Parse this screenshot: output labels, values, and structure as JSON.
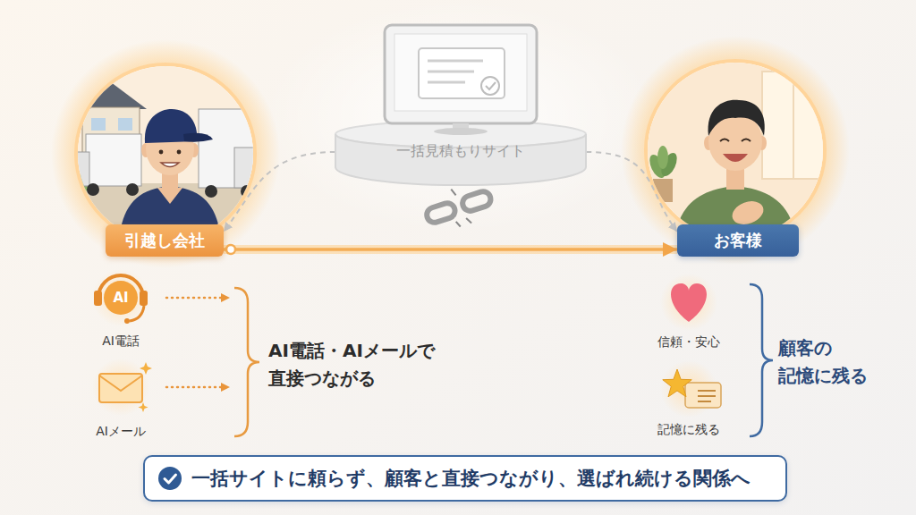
{
  "diagram": {
    "nodes": [
      {
        "text": [
          "引越し会社"
        ]
      },
      {
        "text": [
          "一括見積もりサイト"
        ]
      },
      {
        "text": [
          "お客様"
        ]
      },
      {
        "text": [
          "一括サイトに頼らず、顧客と直接つながり、選ばれ続ける関係へ"
        ]
      }
    ],
    "edges": [
      {
        "from": 0,
        "to": 2,
        "arrow": "to"
      },
      {
        "from": 1,
        "to": 0,
        "arrow": "to"
      },
      {
        "from": 1,
        "to": 2,
        "arrow": "to"
      }
    ],
    "labels": [
      "AI",
      "AI電話",
      "AIメール",
      "AI電話・AIメールで 直接つながる",
      "信頼・安心",
      "記憶に残る",
      "顧客の 記憶に残る"
    ]
  }
}
